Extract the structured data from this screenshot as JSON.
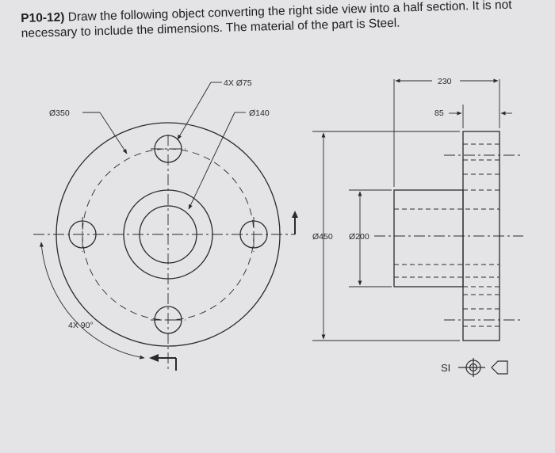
{
  "problem": {
    "number": "P10-12)",
    "text": "Draw the following object converting the right side view into a half section. It is not necessary to include the dimensions. The material of the part is Steel."
  },
  "front_view": {
    "outer_dia": "Ø350",
    "holes": "4X Ø75",
    "bore": "Ø140",
    "angle": "4X 90°"
  },
  "side_view": {
    "length": "230",
    "flange_thickness": "85",
    "flange_dia": "Ø450",
    "hub_dia": "Ø200"
  },
  "projection_symbol": {
    "label": "SI"
  },
  "colors": {
    "line": "#2a2a2c",
    "paper": "#e4e4e6"
  }
}
